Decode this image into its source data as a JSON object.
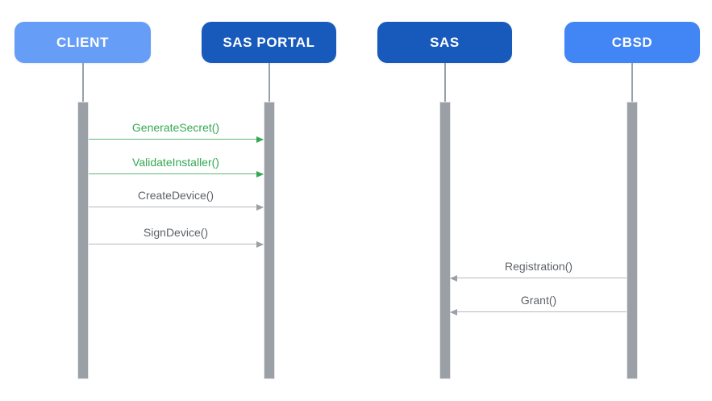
{
  "diagram": {
    "kind": "sequence-diagram",
    "background": "#FFFFFF"
  },
  "colors": {
    "actor_light_blue": "#669DF6",
    "actor_bright_blue": "#4285F4",
    "actor_dark_blue": "#185ABC",
    "actor_text": "#FFFFFF",
    "activation_bar_fill": "#9AA0A6",
    "activation_bar_border": "#E4E6E9",
    "lifeline_gray": "#9AA0A6",
    "message_green": "#34A853",
    "message_gray_text": "#5F6368",
    "message_gray_line": "#9AA0A6"
  },
  "actors": [
    {
      "label": "CLIENT",
      "color": "#669DF6"
    },
    {
      "label": "SAS PORTAL",
      "color": "#185ABC"
    },
    {
      "label": "SAS",
      "color": "#185ABC"
    },
    {
      "label": "CBSD",
      "color": "#4285F4"
    }
  ],
  "messages": [
    {
      "label": "GenerateSecret()",
      "from": "CLIENT",
      "to": "SAS PORTAL",
      "direction": "right",
      "text_color": "#34A853",
      "line_color": "#5CB878",
      "head_color": "#34A853"
    },
    {
      "label": "ValidateInstaller()",
      "from": "CLIENT",
      "to": "SAS PORTAL",
      "direction": "right",
      "text_color": "#34A853",
      "line_color": "#5CB878",
      "head_color": "#34A853"
    },
    {
      "label": "CreateDevice()",
      "from": "CLIENT",
      "to": "SAS PORTAL",
      "direction": "right",
      "text_color": "#5F6368",
      "line_color": "#B5B9BE",
      "head_color": "#9AA0A6"
    },
    {
      "label": "SignDevice()",
      "from": "CLIENT",
      "to": "SAS PORTAL",
      "direction": "right",
      "text_color": "#5F6368",
      "line_color": "#B5B9BE",
      "head_color": "#9AA0A6"
    },
    {
      "label": "Registration()",
      "from": "CBSD",
      "to": "SAS",
      "direction": "left",
      "text_color": "#5F6368",
      "line_color": "#B5B9BE",
      "head_color": "#9AA0A6"
    },
    {
      "label": "Grant()",
      "from": "CBSD",
      "to": "SAS",
      "direction": "left",
      "text_color": "#5F6368",
      "line_color": "#B5B9BE",
      "head_color": "#9AA0A6"
    }
  ]
}
